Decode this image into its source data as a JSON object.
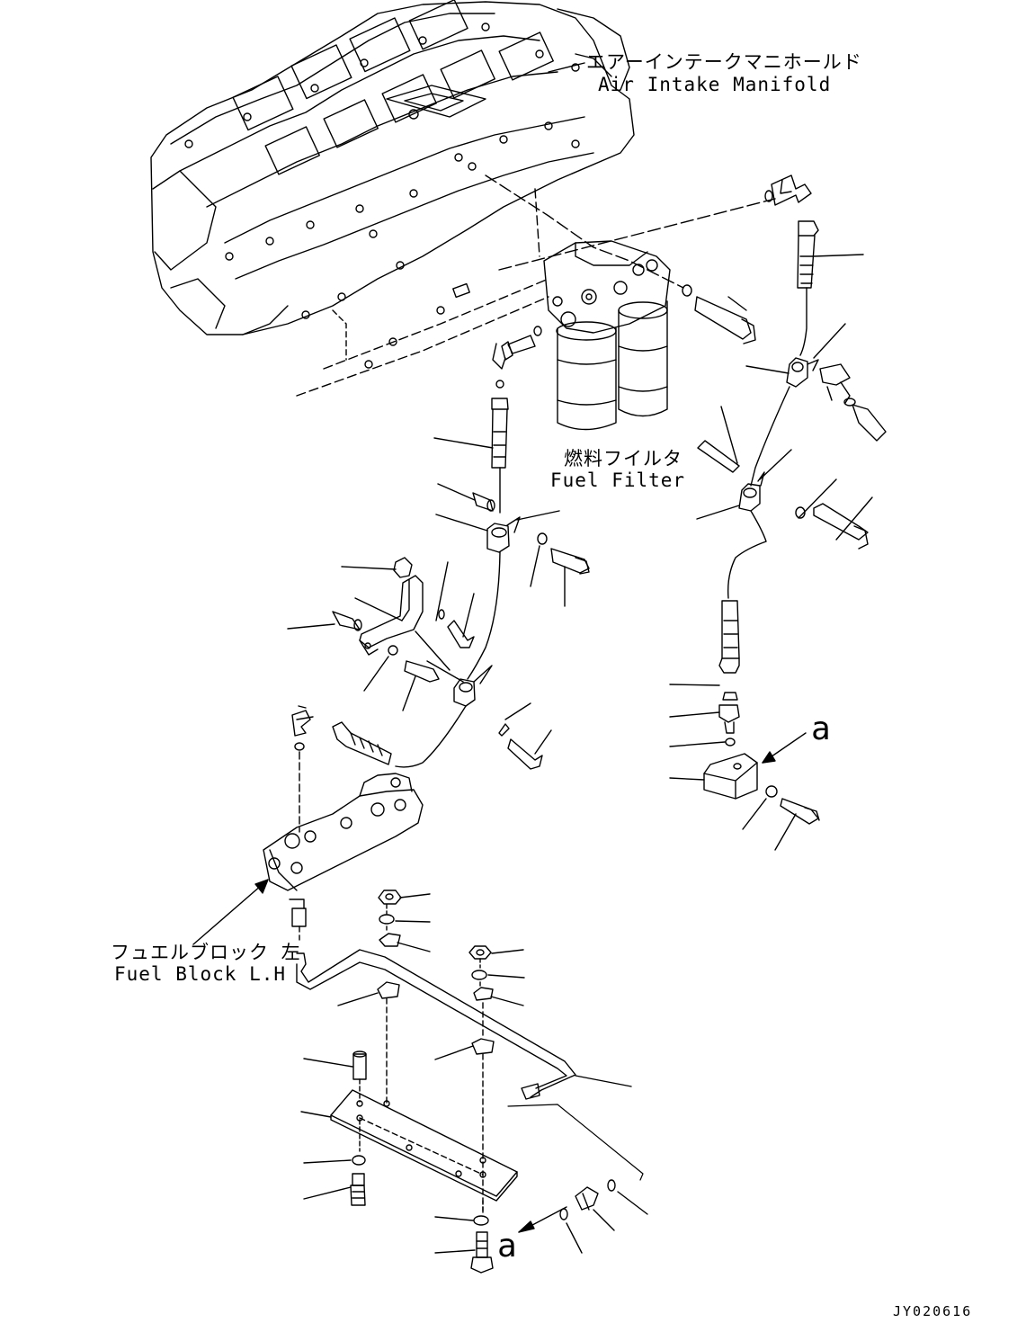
{
  "labels": {
    "air_intake_jp": "エアーインテークマニホールド",
    "air_intake_en": "Air Intake Manifold",
    "fuel_filter_jp": "燃料フイルタ",
    "fuel_filter_en": "Fuel Filter",
    "fuel_block_jp": "フュエルブロック 左",
    "fuel_block_en": "Fuel Block L.H",
    "ref_a_top": "a",
    "ref_a_bottom": "a",
    "drawing_number": "JY020616"
  },
  "colors": {
    "line": "#000000",
    "background": "#ffffff"
  }
}
